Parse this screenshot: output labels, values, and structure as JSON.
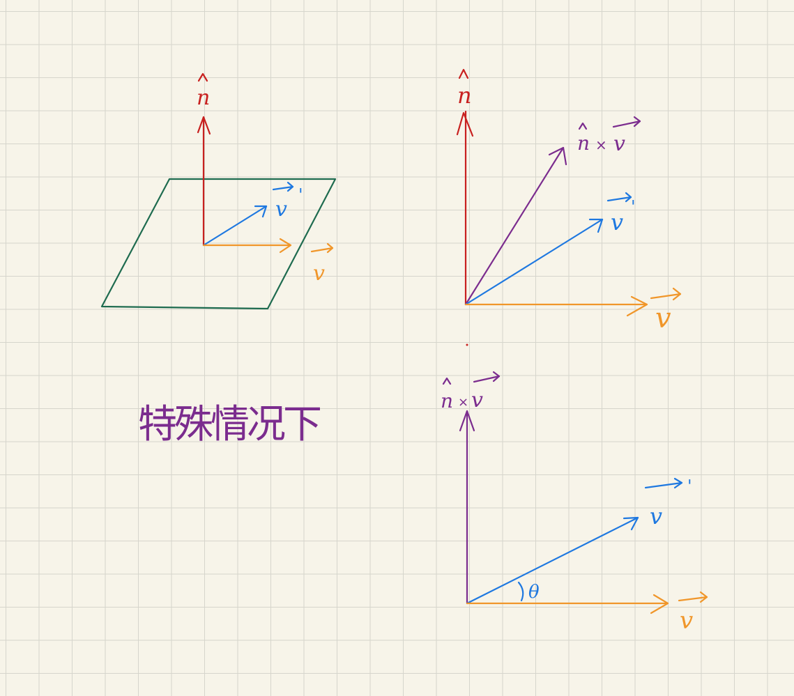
{
  "colors": {
    "normal": "#c8201f",
    "v": "#f0962a",
    "v_prime": "#1e78e0",
    "cross": "#7b2c8e",
    "plane": "#1e6b4f",
    "grid": "#d6d5cc",
    "paper": "#f7f4e9"
  },
  "labels": {
    "n_hat": "n",
    "v": "v",
    "v_prime": "v",
    "prime_mark": "'",
    "cross_n": "n",
    "cross_x": "×",
    "cross_v": "v",
    "theta": "θ",
    "caption": "特殊情况下"
  }
}
